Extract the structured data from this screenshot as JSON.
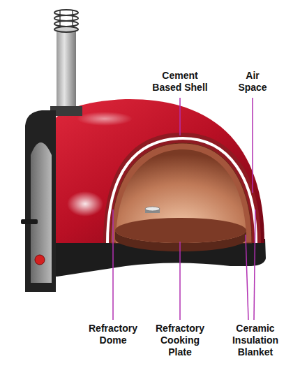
{
  "diagram": {
    "labels": [
      "Cement Based Shell",
      "Air Space",
      "Refractory Dome",
      "Refractory Cooking Plate",
      "Ceramic Insulation Blanket"
    ]
  }
}
